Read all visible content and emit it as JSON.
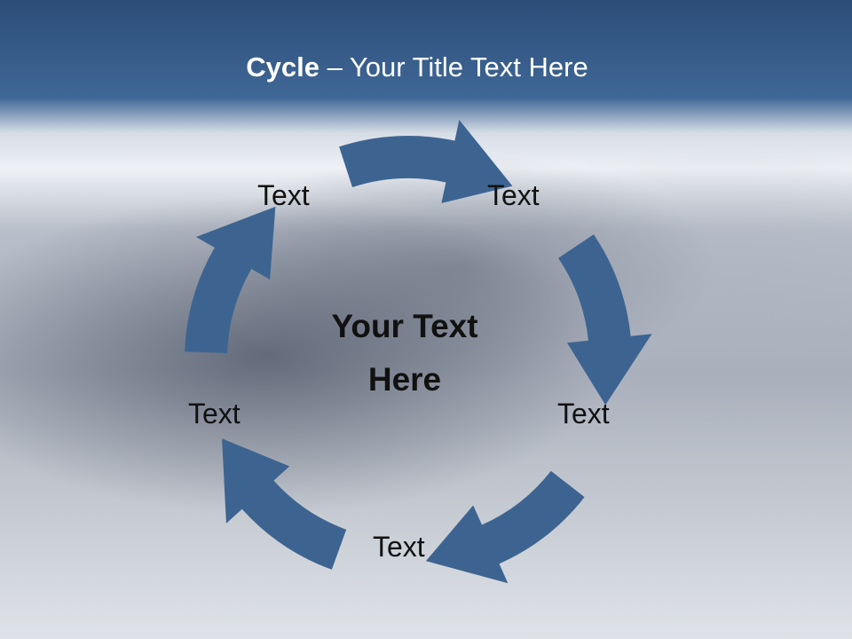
{
  "slide": {
    "title_bold": "Cycle",
    "title_rest": " – Your Title Text Here",
    "center_line1": "Your Text",
    "center_line2": "Here",
    "labels": [
      "Text",
      "Text",
      "Text",
      "Text",
      "Text"
    ]
  },
  "colors": {
    "title_bar": "#3f6796",
    "arrow_fill": "#3d6491",
    "text": "#111111",
    "title_text": "#ffffff"
  }
}
